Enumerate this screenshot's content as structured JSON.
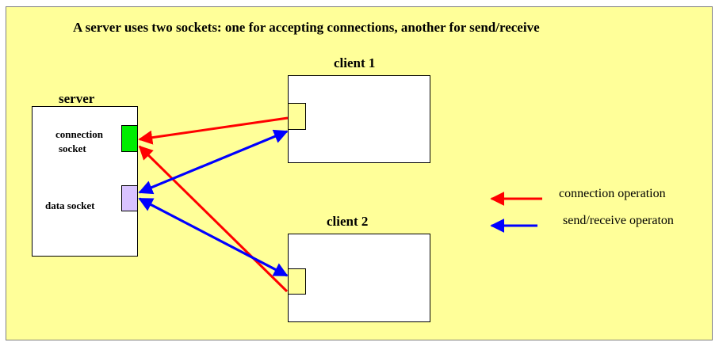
{
  "title": "A server uses two sockets: one for accepting connections, another for send/receive",
  "server": {
    "label": "server",
    "connection_socket_line1": "connection",
    "connection_socket_line2": "socket",
    "data_socket_label": "data socket"
  },
  "client1": {
    "label": "client 1"
  },
  "client2": {
    "label": "client 2"
  },
  "legend": {
    "connection": "connection operation",
    "send_receive": "send/receive operaton"
  },
  "colors": {
    "background": "#ffff99",
    "connection_arrow": "#ff0000",
    "send_receive_arrow": "#0000ff",
    "connection_socket": "#00ee00",
    "data_socket": "#d9c3ff",
    "client_socket": "#ffff99"
  }
}
